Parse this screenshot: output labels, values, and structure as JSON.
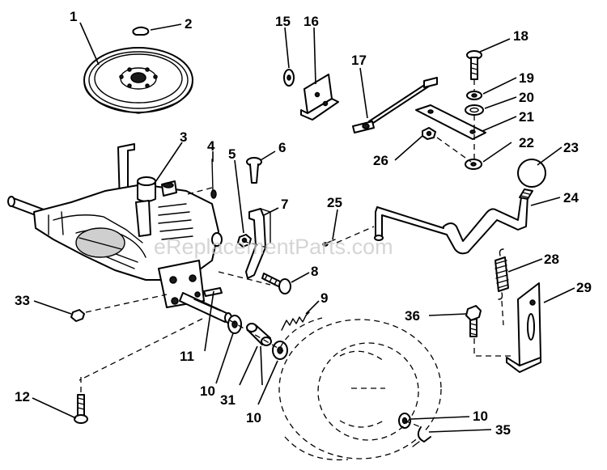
{
  "watermark": "eReplacementParts.com",
  "callouts": {
    "c1": "1",
    "c2": "2",
    "c3": "3",
    "c4": "4",
    "c5": "5",
    "c6": "6",
    "c7": "7",
    "c8": "8",
    "c9": "9",
    "c10a": "10",
    "c10b": "10",
    "c10c": "10",
    "c11": "11",
    "c12": "12",
    "c15": "15",
    "c16": "16",
    "c17": "17",
    "c18": "18",
    "c19": "19",
    "c20": "20",
    "c21": "21",
    "c22": "22",
    "c23": "23",
    "c24": "24",
    "c25": "25",
    "c26": "26",
    "c28": "28",
    "c29": "29",
    "c31": "31",
    "c33": "33",
    "c35": "35",
    "c36": "36"
  }
}
